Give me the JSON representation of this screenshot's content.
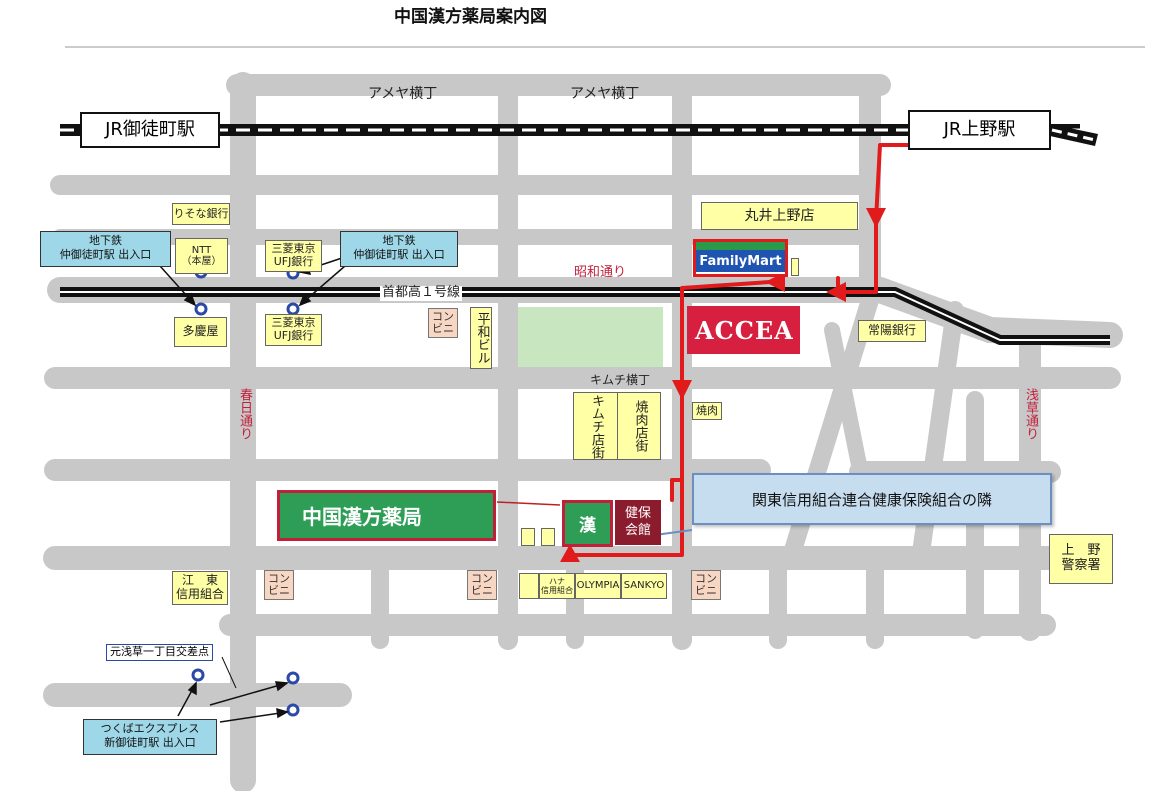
{
  "title": "中国漢方薬局案内図",
  "stations": {
    "jr_okachimachi": "JR御徒町駅",
    "jr_ueno": "JR上野駅"
  },
  "streets": {
    "ameyoko_1": "アメヤ横丁",
    "ameyoko_2": "アメヤ横丁",
    "showa_dori": "昭和通り",
    "expressway": "首都高１号線",
    "kasuga_dori": "春日通り",
    "asakusa_dori": "浅草通り",
    "kimuchi_yokocho": "キムチ横丁"
  },
  "subway_callouts": {
    "naka_okachimachi_left": "地下鉄\n仲御徒町駅 出入口",
    "naka_okachimachi_right": "地下鉄\n仲御徒町駅 出入口",
    "motoasakusa_crossing": "元浅草一丁目交差点",
    "tsukuba_express": "つくばエクスプレス\n新御徒町駅 出入口"
  },
  "buildings": {
    "risona": "りそな銀行",
    "ntt": "NTT\n（本屋）",
    "mufj_north": "三菱東京\nUFJ銀行",
    "takeya": "多慶屋",
    "mufj_south": "三菱東京\nUFJ銀行",
    "marui": "丸井上野店",
    "familymart": "FamilyMart",
    "accea": "ACCEA",
    "joyo_bank": "常陽銀行",
    "hirawa_bldg": "平和ビル",
    "kimuchi_street": "キムチ店街",
    "yakiniku_street": "焼肉店街",
    "yakiniku": "焼肉",
    "kenpo_kaikan": "健保\n会館",
    "kan": "漢",
    "koto_shinyo": "江　東\n信用組合",
    "hana_shinyo": "ハナ\n信用組合",
    "olympia": "OLYMPIA",
    "sankyo": "SANKYO",
    "ueno_police": "上　野\n警察署",
    "conv_1": "コン\nビニ",
    "conv_2": "コン\nビニ",
    "conv_3": "コン\nビニ",
    "conv_4": "コン\nビニ"
  },
  "pharmacy_label": "中国漢方薬局",
  "neighbor_note": "関東信用組合連合健康保険組合の隣",
  "colors": {
    "road": "#c8c8c8",
    "route": "#e11b1b",
    "pharmacy_green": "#2e9e57",
    "kenpo_red": "#8b1c2e",
    "accea_red": "#d7203f",
    "callout_blue": "#9ed8e8",
    "note_blue": "#c6dcef"
  }
}
